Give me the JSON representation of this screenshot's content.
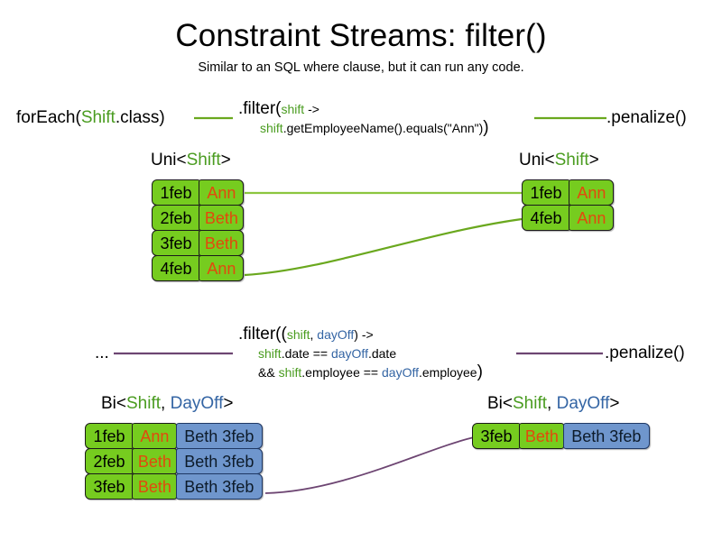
{
  "slide": {
    "title": "Constraint Streams: filter()",
    "subtitle": "Similar to an SQL where clause, but it can run any code."
  },
  "colors": {
    "shift_green": "#4a9c20",
    "dayoff_blue": "#3465a4",
    "cell_green": "#76cc1f",
    "cell_blue": "#6f96cd",
    "name_orange": "#e2490d",
    "connector_green": "#6aa81e",
    "connector_purple": "#6d4572",
    "text_black": "#000000"
  },
  "row1": {
    "source_label": {
      "prefix": "forEach(",
      "type": "Shift",
      "suffix": ".class)"
    },
    "filter": {
      "line1_head": ".filter(",
      "line1_param": "shift",
      "line1_arrow": " ->",
      "line2_var": "shift",
      "line2_rest": ".getEmployeeName().equals(\"Ann\")",
      "line2_close": ")"
    },
    "terminal_label": ".penalize()",
    "input": {
      "header_prefix": "Uni<",
      "header_type": "Shift",
      "header_suffix": ">",
      "rows": [
        {
          "date": "1feb",
          "employee": "Ann"
        },
        {
          "date": "2feb",
          "employee": "Beth"
        },
        {
          "date": "3feb",
          "employee": "Beth"
        },
        {
          "date": "4feb",
          "employee": "Ann"
        }
      ]
    },
    "output": {
      "header_prefix": "Uni<",
      "header_type": "Shift",
      "header_suffix": ">",
      "rows": [
        {
          "date": "1feb",
          "employee": "Ann"
        },
        {
          "date": "4feb",
          "employee": "Ann"
        }
      ]
    }
  },
  "row2": {
    "source_label": "...",
    "filter": {
      "line1_head": ".filter((",
      "line1_param1": "shift",
      "line1_comma": ", ",
      "line1_param2": "dayOff",
      "line1_tail": ") ->",
      "line2_var1": "shift",
      "line2_mid": ".date == ",
      "line2_var2": "dayOff",
      "line2_tail": ".date",
      "line3_and": "&& ",
      "line3_var1": "shift",
      "line3_mid": ".employee == ",
      "line3_var2": "dayOff",
      "line3_tail": ".employee",
      "line3_close": ")"
    },
    "terminal_label": ".penalize()",
    "input": {
      "header_prefix": "Bi<",
      "header_type1": "Shift",
      "header_comma": ", ",
      "header_type2": "DayOff",
      "header_suffix": ">",
      "rows": [
        {
          "date": "1feb",
          "employee": "Ann",
          "dayoff": "Beth 3feb"
        },
        {
          "date": "2feb",
          "employee": "Beth",
          "dayoff": "Beth 3feb"
        },
        {
          "date": "3feb",
          "employee": "Beth",
          "dayoff": "Beth 3feb"
        }
      ]
    },
    "output": {
      "header_prefix": "Bi<",
      "header_type1": "Shift",
      "header_comma": ", ",
      "header_type2": "DayOff",
      "header_suffix": ">",
      "rows": [
        {
          "date": "3feb",
          "employee": "Beth",
          "dayoff": "Beth 3feb"
        }
      ]
    }
  }
}
